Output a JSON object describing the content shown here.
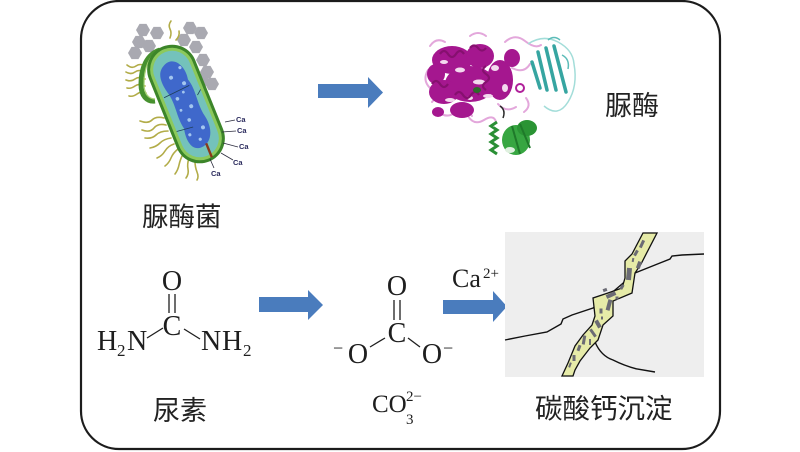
{
  "diagram": {
    "colors": {
      "frame_border": "#1c1c1c",
      "arrow": "#4a7cbd",
      "text": "#1e1e1e",
      "calcium_label": "#2c2c5e",
      "crack_background": "#eeeeee",
      "crack_fill": "#e6eba8",
      "crack_line": "#111111",
      "crack_particles": "#6b6b74"
    },
    "bacterium": {
      "label": "脲酶菌",
      "surface_labels": [
        "Ca",
        "Ca",
        "Ca",
        "Ca",
        "Ca"
      ]
    },
    "enzyme": {
      "label": "脲酶"
    },
    "urea": {
      "label": "尿素",
      "structure": {
        "carbonyl_oxygen": "O",
        "carbon": "C",
        "left_group": {
          "h": "H",
          "h_count": "2",
          "n": "N"
        },
        "right_group": {
          "n": "N",
          "h": "H",
          "h_count": "2"
        }
      }
    },
    "carbonate": {
      "formula": {
        "base": "CO",
        "subscript": "3",
        "charge": "2−"
      },
      "structure": {
        "top_oxygen": "O",
        "carbon": "C",
        "left_oxygen": "O",
        "left_charge": "−",
        "right_oxygen": "O",
        "right_charge": "−"
      }
    },
    "reagent": {
      "symbol": "Ca",
      "charge": "2+"
    },
    "precipitate": {
      "label": "碳酸钙沉淀"
    },
    "arrows": [
      {
        "from": "脲酶菌",
        "to": "脲酶"
      },
      {
        "from": "尿素",
        "to": "CO3 2−"
      },
      {
        "from": "CO3 2−",
        "to": "碳酸钙沉淀",
        "label": "Ca2+"
      }
    ]
  }
}
